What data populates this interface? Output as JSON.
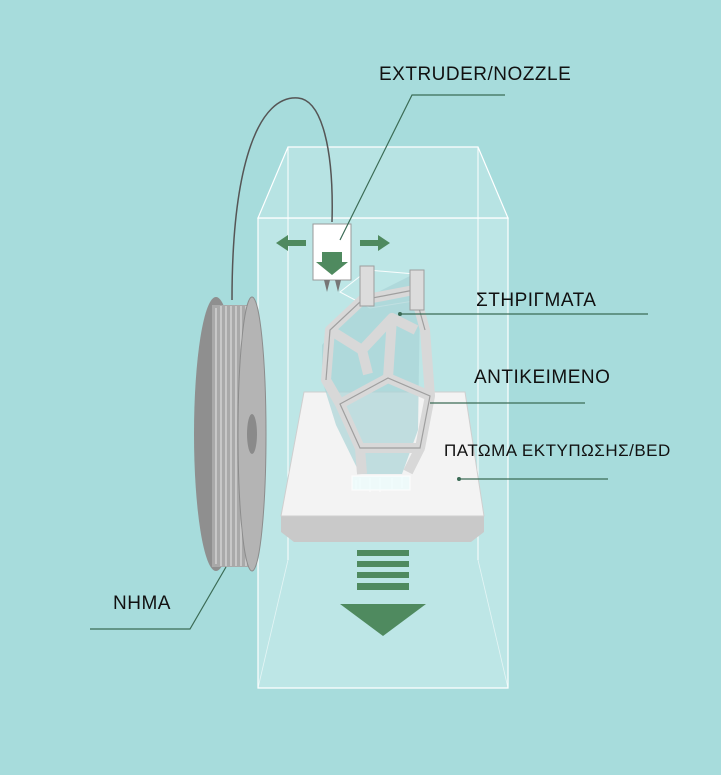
{
  "labels": {
    "extruder": "EXTRUDER/NOZZLE",
    "supports": "ΣΤΗΡΙΓΜΑΤΑ",
    "object": "ΑΝΤΙΚΕΙΜΕΝΟ",
    "bed": "ΠΑΤΩΜΑ ΕΚΤΥΠΩΣΗΣ/BED",
    "filament": "ΝΗΜΑ"
  },
  "colors": {
    "background": "#a7dcdc",
    "enclosure": "#c7ecec",
    "arrow_green": "#4f8a5f",
    "leader_line": "#3b6b55",
    "spool": "#9a9a9a",
    "bed": "#f4f4f4",
    "object": "#d9d9d9"
  }
}
